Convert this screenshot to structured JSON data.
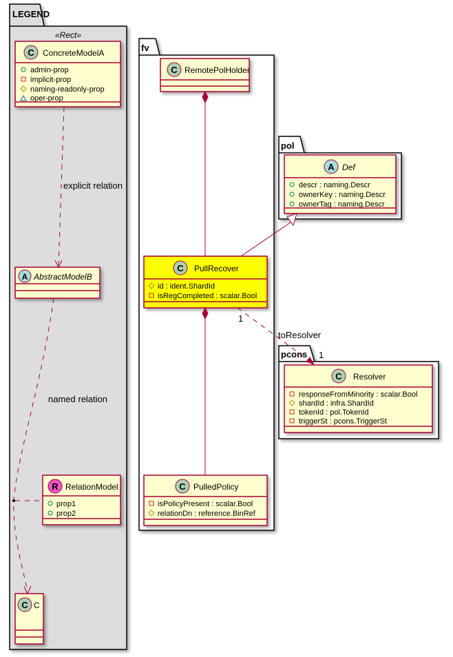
{
  "colors": {
    "class_fill": "#FEFECE",
    "class_border": "#A80036",
    "highlight": "#FFFF00",
    "legend_bg": "#DDDDDD",
    "class_circle": "#ADD1B2",
    "record_circle": "#EB56C5"
  },
  "legend": {
    "title": "LEGEND",
    "stereotype": "«Rect»",
    "concrete": {
      "name": "ConcreteModelA",
      "attrs": [
        "admin-prop",
        "implicit-prop",
        "naming-readonly-prop",
        "oper-prop"
      ]
    },
    "abstract": {
      "name": "AbstractModelB"
    },
    "relation_model": {
      "name": "RelationModel",
      "attrs": [
        "prop1",
        "prop2"
      ]
    },
    "c": {
      "name": "C"
    },
    "explicit_label": "explicit relation",
    "named_label": "named relation"
  },
  "fv": {
    "title": "fv",
    "remote": {
      "name": "RemotePolHolder"
    },
    "pull": {
      "name": "PullRecover",
      "attrs": [
        "id : ident.ShardId",
        "isRegCompleted : scalar.Bool"
      ]
    },
    "pulled": {
      "name": "PulledPolicy",
      "attrs": [
        "isPolicyPresent : scalar.Bool",
        "relationDn : reference.BinRef"
      ]
    }
  },
  "pol": {
    "title": "pol",
    "def": {
      "name": "Def",
      "attrs": [
        "descr : naming.Descr",
        "ownerKey : naming.Descr",
        "ownerTag : naming.Descr"
      ]
    }
  },
  "pcons": {
    "title": "pcons",
    "resolver": {
      "name": "Resolver",
      "attrs": [
        "responseFromMinority : scalar.Bool",
        "shardId : infra.ShardId",
        "tokenId : pol.TokenId",
        "triggerSt : pcons.TriggerSt"
      ]
    }
  },
  "relations": {
    "to_resolver": "toResolver",
    "src_mult": "1",
    "dst_mult": "1"
  },
  "circle_letters": {
    "class": "C",
    "abstract": "A",
    "record": "R"
  }
}
